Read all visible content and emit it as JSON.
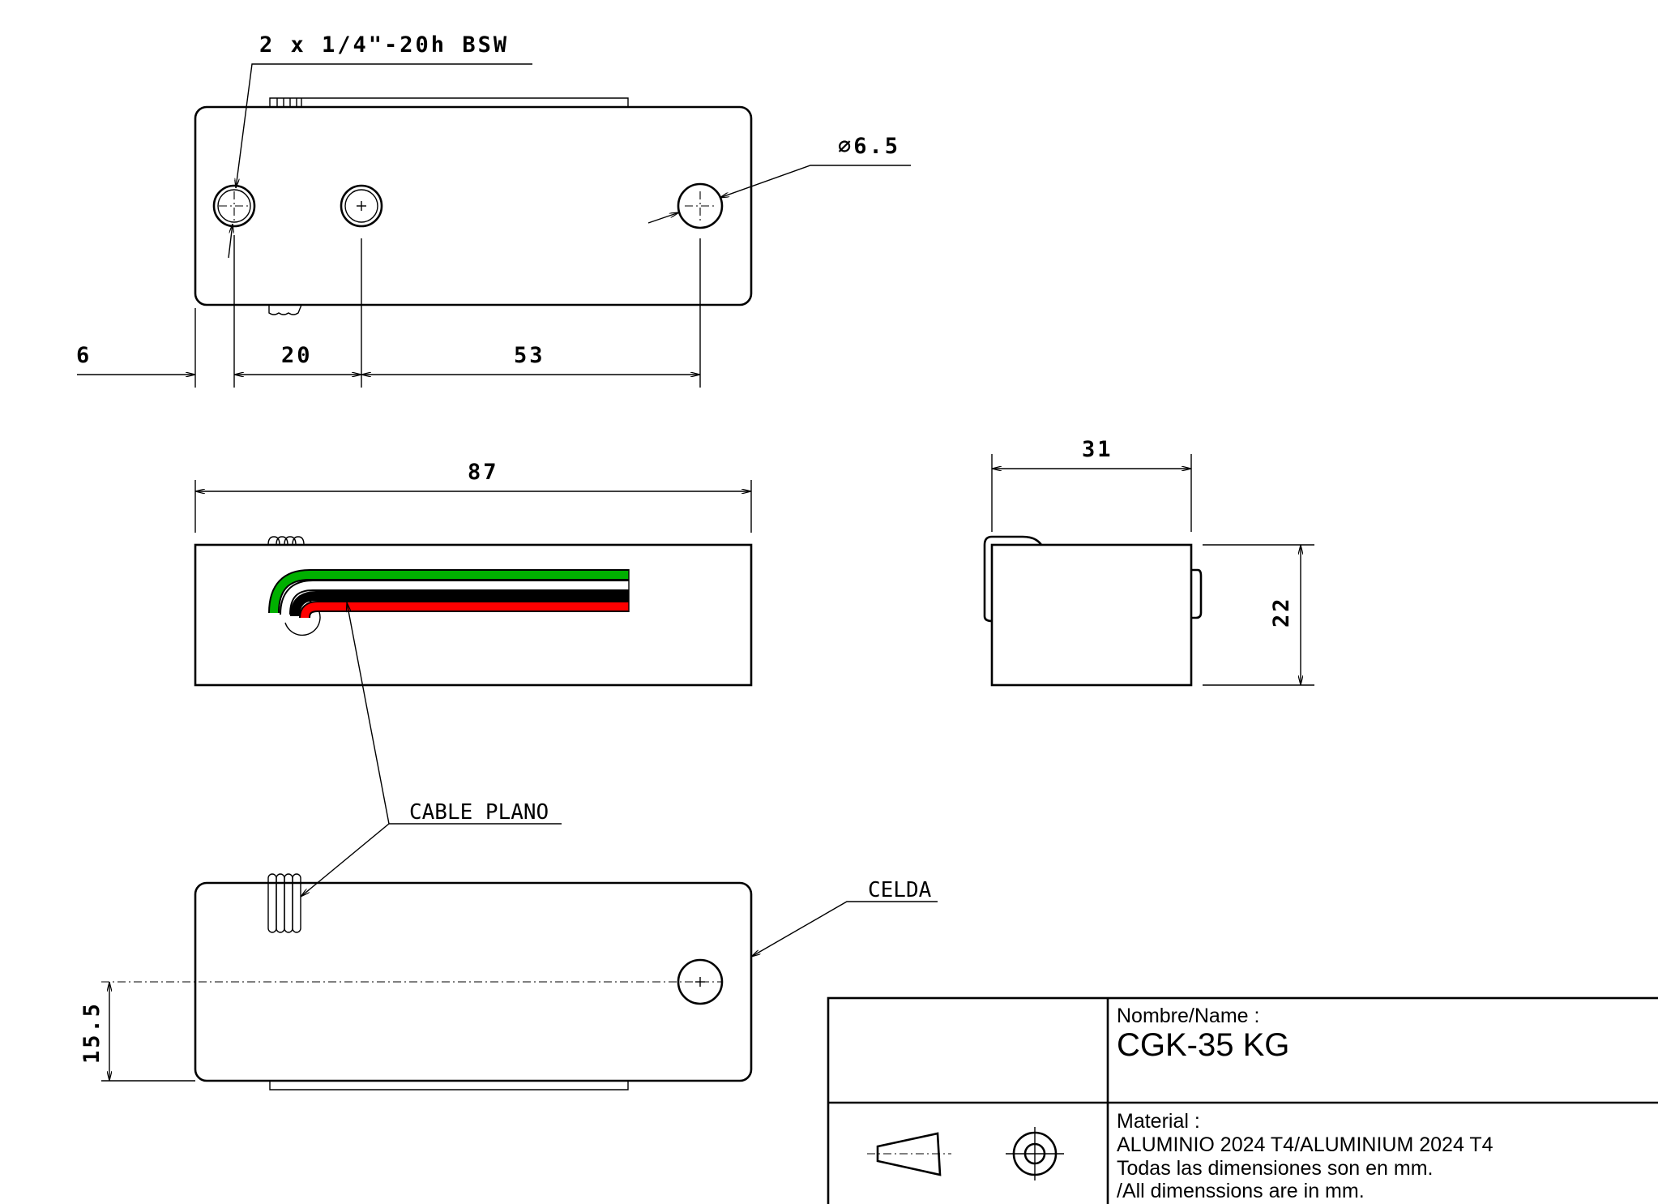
{
  "dimensions": {
    "thread_callout": "2 x 1/4\"-20h BSW",
    "hole_diameter": "∅6.5",
    "offset_left": "6",
    "spacing_holes": "20",
    "spacing_mount": "53",
    "overall_length": "87",
    "width": "31",
    "height": "22",
    "hole_offset": "15.5"
  },
  "labels": {
    "cable": "CABLE PLANO",
    "cell": "CELDA"
  },
  "title_block": {
    "name_label": "Nombre/Name :",
    "name_value": "CGK-35 KG",
    "material_label": "Material :",
    "material_value": "ALUMINIO 2024 T4/ALUMINIUM 2024 T4",
    "note_es": "Todas las dimensiones son en mm.",
    "note_en": "/All dimenssions are in mm."
  },
  "colors": {
    "wire_1": "#00b000",
    "wire_2": "#ffffff",
    "wire_3": "#000000",
    "wire_4": "#ff0000",
    "line": "#000000"
  }
}
